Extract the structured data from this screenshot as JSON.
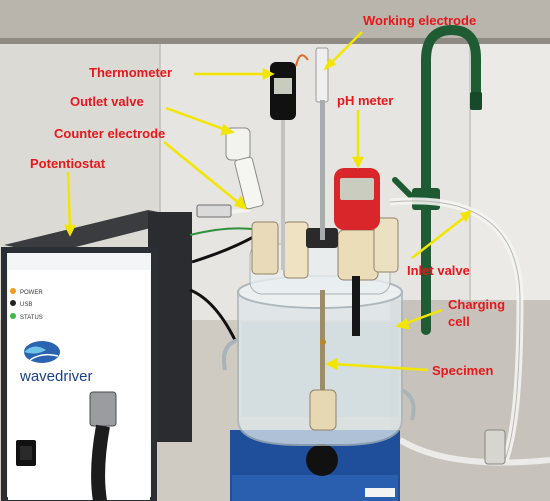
{
  "labels": {
    "working_electrode": "Working electrode",
    "thermometer": "Thermometer",
    "outlet_valve": "Outlet valve",
    "counter_electrode": "Counter electrode",
    "potentiostat": "Potentiostat",
    "ph_meter": "pH meter",
    "inlet_valve": "Inlet valve",
    "charging_cell": "Charging\ncell",
    "specimen": "Specimen"
  },
  "device": {
    "power": "POWER",
    "usb": "USB",
    "status": "STATUS",
    "brand": "wavedriver"
  },
  "colors": {
    "label": "#e8171b",
    "arrow": "#f2e600",
    "faucet": "#1f5c33",
    "meter": "#d8262b"
  }
}
